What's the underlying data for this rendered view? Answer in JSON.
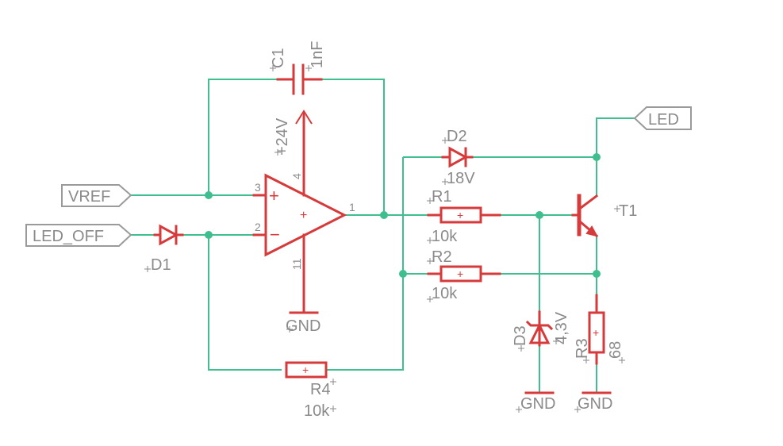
{
  "colors": {
    "wire": "#3fbf8f",
    "part": "#d63a3a",
    "label": "#8a8a8a",
    "port": "#9a9a9a"
  },
  "ports": {
    "vref": "VREF",
    "led_off": "LED_OFF",
    "led": "LED"
  },
  "parts": {
    "c1": {
      "name": "C1",
      "value": "1nF"
    },
    "opamp": {
      "supply": "+24V",
      "gnd": "GND",
      "pin_plus": "3",
      "pin_minus": "2",
      "pin_out": "1",
      "pin_vcc": "4",
      "pin_gnd": "11",
      "plus_sign": "+",
      "minus_sign": "−",
      "center_sign": "+"
    },
    "d1": {
      "name": "D1"
    },
    "d2": {
      "name": "D2",
      "value": "18V"
    },
    "r1": {
      "name": "R1",
      "value": "10k"
    },
    "r2": {
      "name": "R2",
      "value": "10k"
    },
    "r3": {
      "name": "R3",
      "value": "68"
    },
    "r4": {
      "name": "R4",
      "value": "10k"
    },
    "d3": {
      "name": "D3",
      "value": "4,3V"
    },
    "t1": {
      "name": "T1"
    },
    "gnd_d3": "GND",
    "gnd_r3": "GND"
  }
}
